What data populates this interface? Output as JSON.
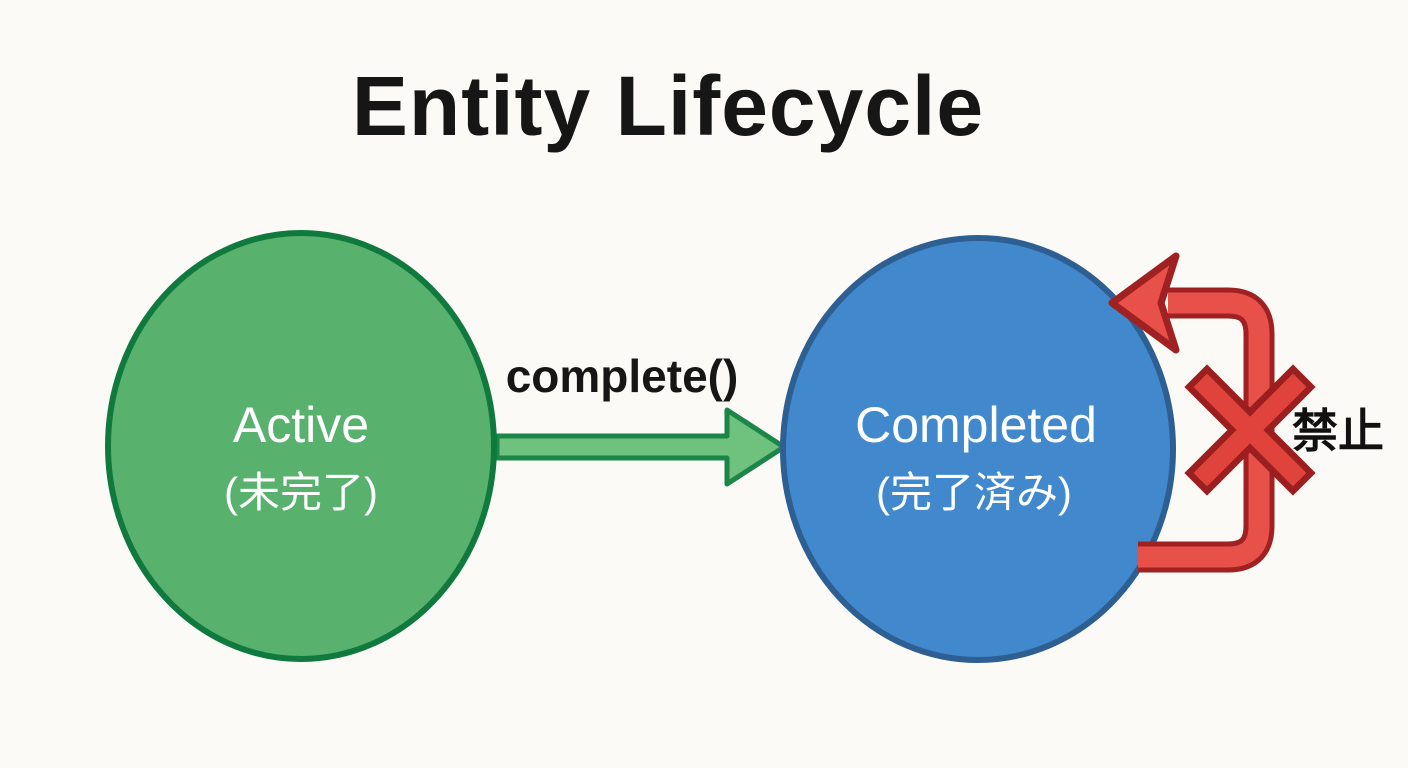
{
  "background": "#fbfaf6",
  "title": {
    "text": "Entity Lifecycle",
    "color": "#161616"
  },
  "nodes": {
    "active": {
      "label": "Active",
      "sublabel": "(未完了)",
      "fill": "#58b26d",
      "border": "#107a3e",
      "text_color": "#ffffff"
    },
    "completed": {
      "label": "Completed",
      "sublabel": "(完了済み)",
      "fill": "#4189cc",
      "border": "#2e5f92",
      "text_color": "#ffffff"
    }
  },
  "transition": {
    "label": "complete()",
    "label_color": "#161616",
    "arrow_fill": "#6fc17e",
    "arrow_border": "#1b8647"
  },
  "forbidden_loop": {
    "caption": "禁止",
    "caption_color": "#111111",
    "arrow_fill": "#e8504a",
    "arrow_border": "#a02121",
    "x_fill": "#e0423c",
    "x_border": "#9c1f1f"
  }
}
